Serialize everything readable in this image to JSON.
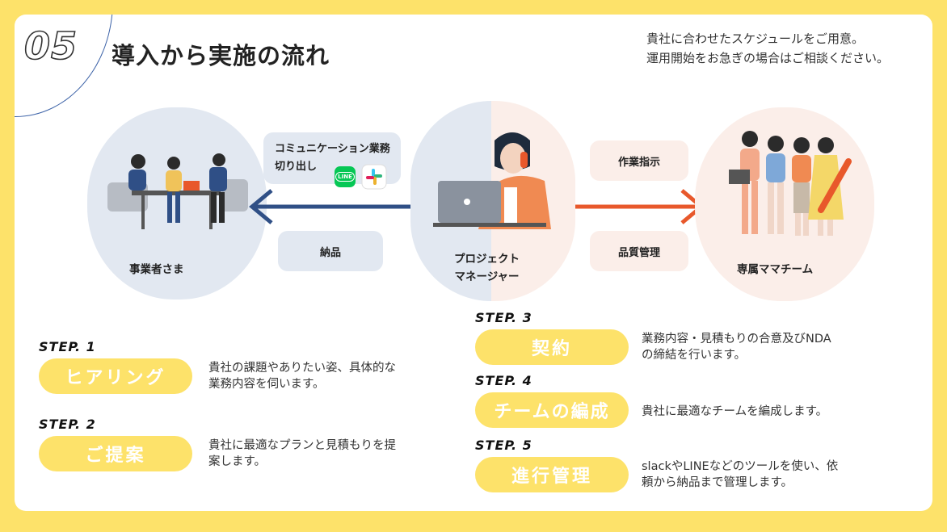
{
  "header": {
    "number": "05",
    "title": "導入から実施の流れ",
    "note_lines": [
      "貴社に合わせたスケジュールをご用意。",
      "運用開始をお急ぎの場合はご相談ください。"
    ]
  },
  "diagram": {
    "client_label": "事業者さま",
    "pm_label_lines": [
      "プロジェクト",
      "マネージャー"
    ],
    "team_label": "専属ママチーム",
    "comm_lines": [
      "コミュニケーション業務",
      "切り出し"
    ],
    "delivery": "納品",
    "task": "作業指示",
    "quality": "品質管理",
    "line_icon_text": "LINE",
    "colors": {
      "left_arrow": "#2f4f86",
      "right_arrow": "#e8582b",
      "line_green": "#06c755"
    }
  },
  "steps": [
    {
      "label": "STEP. 1",
      "name": "ヒアリング",
      "desc_lines": [
        "貴社の課題やありたい姿、具体的な",
        "業務内容を伺います。"
      ]
    },
    {
      "label": "STEP. 2",
      "name": "ご提案",
      "desc_lines": [
        "貴社に最適なプランと見積もりを提",
        "案します。"
      ]
    },
    {
      "label": "STEP. 3",
      "name": "契約",
      "desc_lines": [
        "業務内容・見積もりの合意及びNDA",
        "の締結を行います。"
      ]
    },
    {
      "label": "STEP. 4",
      "name": "チームの編成",
      "desc_lines": [
        "貴社に最適なチームを編成します。"
      ]
    },
    {
      "label": "STEP. 5",
      "name": "進行管理",
      "desc_lines": [
        "slackやLINEなどのツールを使い、依",
        "頼から納品まで管理します。"
      ]
    }
  ]
}
